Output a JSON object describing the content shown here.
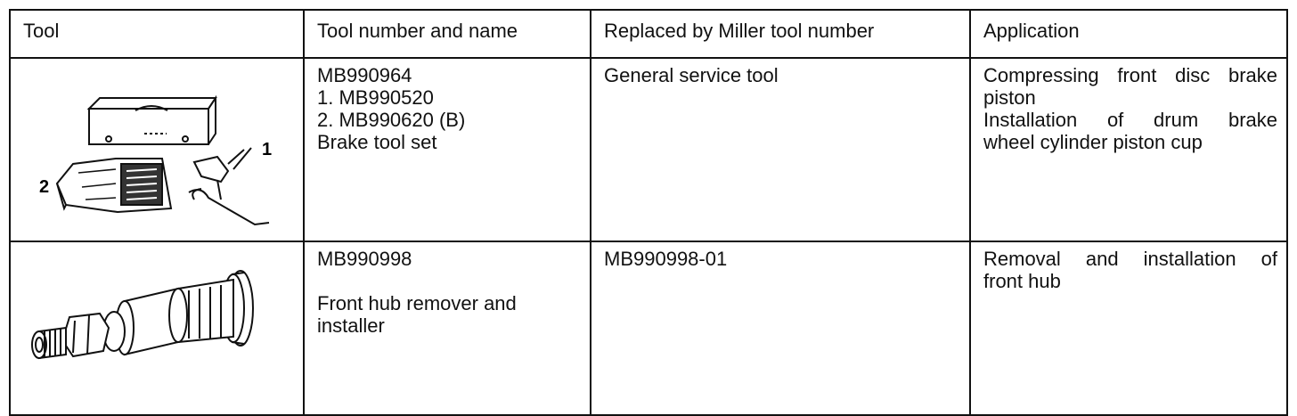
{
  "headers": {
    "tool": "Tool",
    "tool_number_and_name": "Tool number and name",
    "replaced_by": "Replaced by Miller tool number",
    "application": "Application"
  },
  "rows": [
    {
      "image": "brake-tool-set-illustration",
      "callouts": [
        "1",
        "2"
      ],
      "tool_number": "MB990964",
      "items": [
        "1.  MB990520",
        "2.  MB990620 (B)"
      ],
      "tool_name": "Brake tool set",
      "replaced_by": "General service tool",
      "application_lines": [
        "Compressing front disc brake",
        "piston",
        "Installation of drum brake",
        "wheel cylinder piston cup"
      ]
    },
    {
      "image": "front-hub-remover-installer-illustration",
      "tool_number": "MB990998",
      "tool_name_lines": [
        "Front hub remover and",
        "installer"
      ],
      "replaced_by": "MB990998-01",
      "application_lines": [
        "Removal and installation of",
        "front hub"
      ]
    }
  ]
}
